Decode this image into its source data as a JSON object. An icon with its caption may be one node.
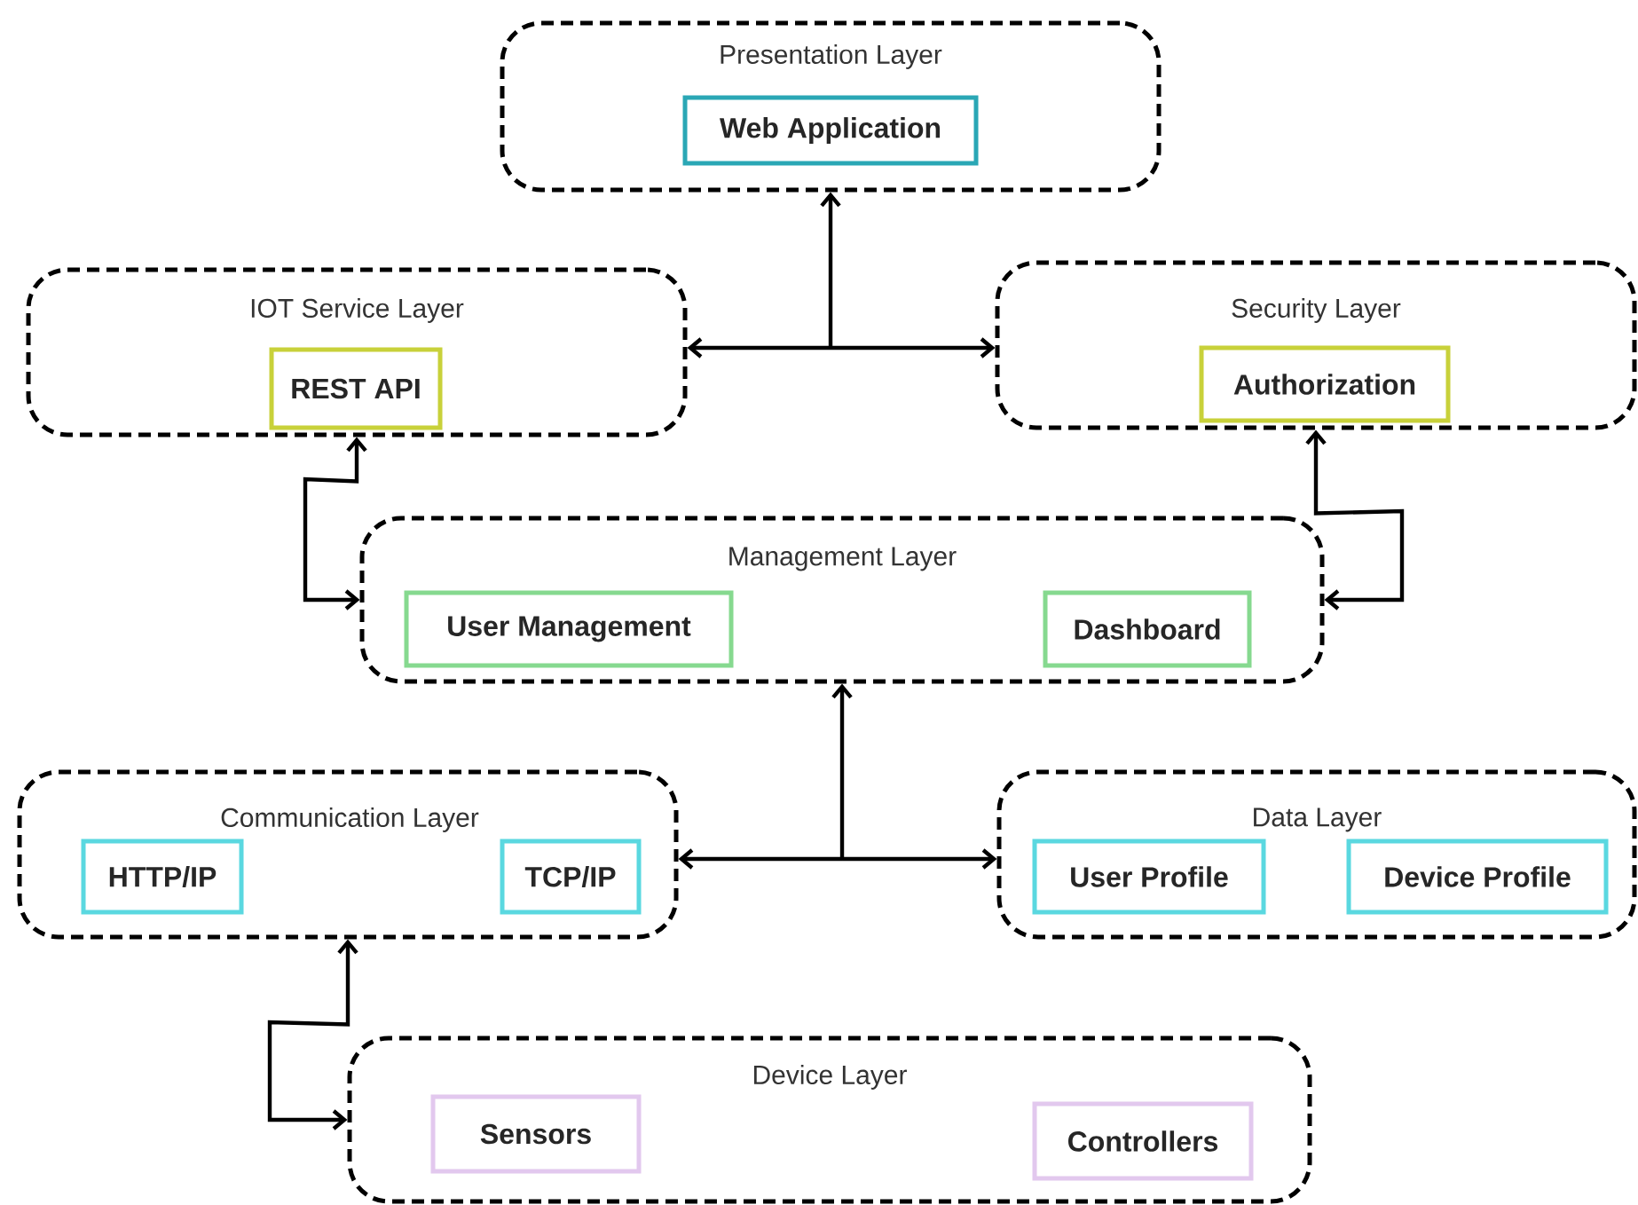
{
  "diagram": {
    "nodes": [
      {
        "text": [
          "Presentation Layer"
        ]
      },
      {
        "text": [
          "Web Application"
        ],
        "in": 0
      },
      {
        "text": [
          "IOT Service Layer"
        ]
      },
      {
        "text": [
          "REST API"
        ],
        "in": 2
      },
      {
        "text": [
          "Security Layer"
        ]
      },
      {
        "text": [
          "Authorization"
        ],
        "in": 4
      },
      {
        "text": [
          "Management Layer"
        ]
      },
      {
        "text": [
          "User Management"
        ],
        "in": 6
      },
      {
        "text": [
          "Dashboard"
        ],
        "in": 6
      },
      {
        "text": [
          "Communication Layer"
        ]
      },
      {
        "text": [
          "HTTP/IP"
        ],
        "in": 9
      },
      {
        "text": [
          "TCP/IP"
        ],
        "in": 9
      },
      {
        "text": [
          "Data Layer"
        ]
      },
      {
        "text": [
          "User Profile"
        ],
        "in": 12
      },
      {
        "text": [
          "Device Profile"
        ],
        "in": 12
      },
      {
        "text": [
          "Device Layer"
        ]
      },
      {
        "text": [
          "Sensors"
        ],
        "in": 15
      },
      {
        "text": [
          "Controllers"
        ],
        "in": 15
      }
    ],
    "edges": [
      {
        "from": 0,
        "to": 2,
        "arrow": "both"
      },
      {
        "from": 0,
        "to": 4,
        "arrow": "both"
      },
      {
        "from": 2,
        "to": 6,
        "arrow": "both"
      },
      {
        "from": 4,
        "to": 6,
        "arrow": "both"
      },
      {
        "from": 6,
        "to": 9,
        "arrow": "both"
      },
      {
        "from": 6,
        "to": 12,
        "arrow": "both"
      },
      {
        "from": 9,
        "to": 15,
        "arrow": "both"
      }
    ]
  }
}
